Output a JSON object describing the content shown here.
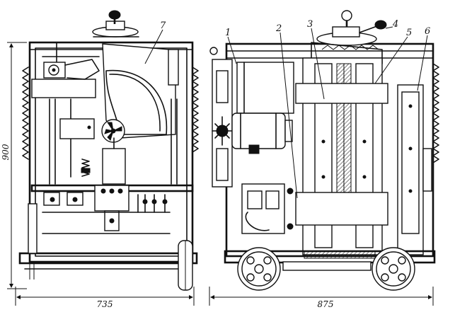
{
  "diagram": {
    "callouts": [
      "1",
      "2",
      "3",
      "4",
      "5",
      "6",
      "7"
    ],
    "dimensions": {
      "height": "900",
      "width_left": "735",
      "width_right": "875"
    }
  }
}
